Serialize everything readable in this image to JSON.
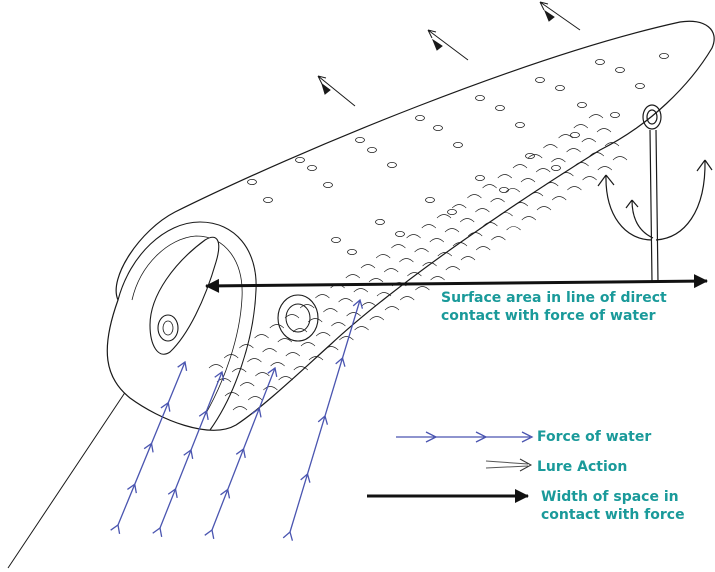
{
  "colors": {
    "line": "#1a1a1a",
    "water": "#4a55b0",
    "label": "#1a9a9a"
  },
  "icons": {
    "force_arrow": "blue-arrow-icon",
    "action_arrow": "lure-action-arrow-icon",
    "width_arrow": "double-black-arrow-icon",
    "hook": "treble-hook-icon"
  },
  "labels": {
    "surface_line1": "Surface area in line of direct",
    "surface_line2": "contact with force of water"
  },
  "legend": {
    "force": "Force of water",
    "action": "Lure Action",
    "width_line1": "Width of space in",
    "width_line2": "contact with force"
  }
}
